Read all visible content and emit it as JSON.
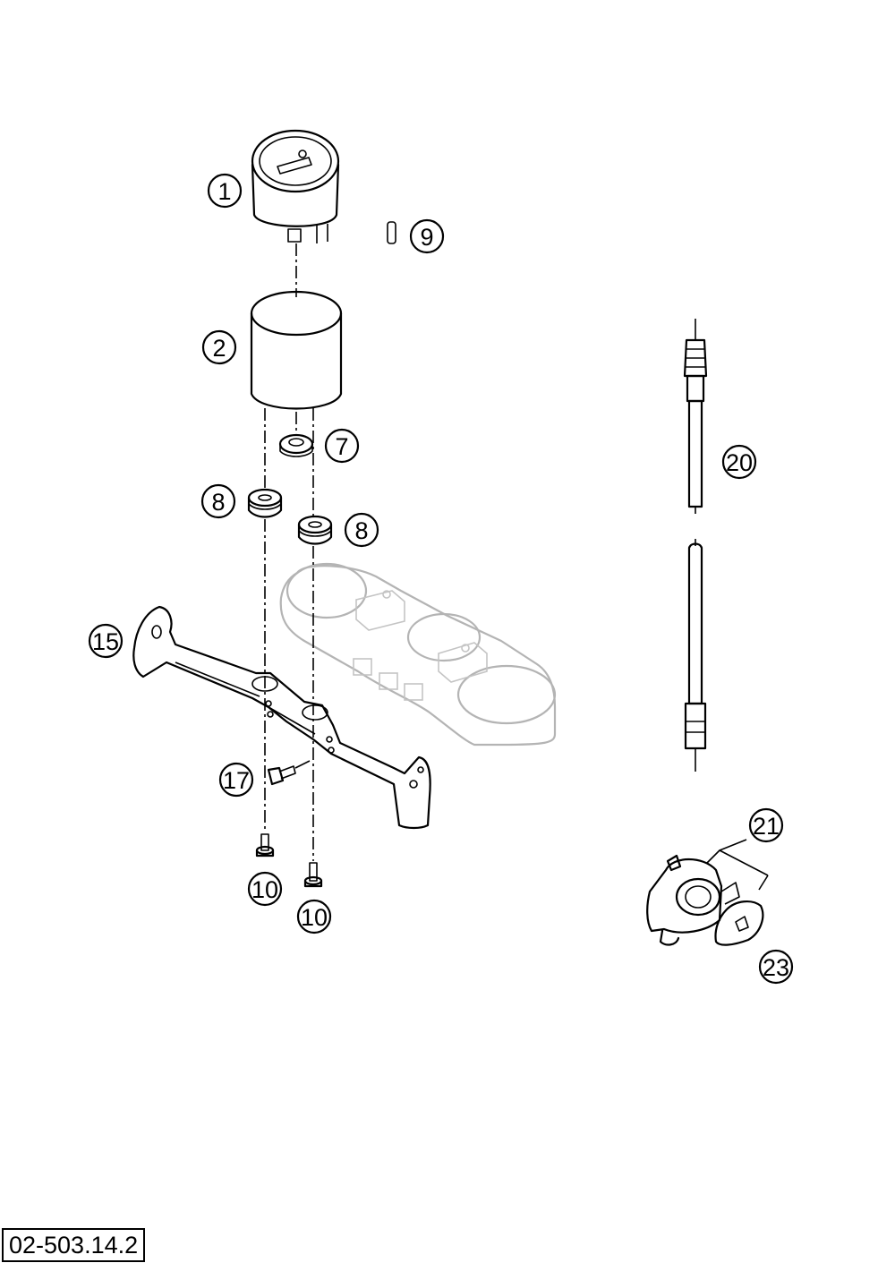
{
  "callouts": [
    "1",
    "2",
    "7",
    "8",
    "8",
    "9",
    "10",
    "10",
    "15",
    "17",
    "20",
    "21",
    "23"
  ],
  "drawing_code": "02-503.14.2"
}
